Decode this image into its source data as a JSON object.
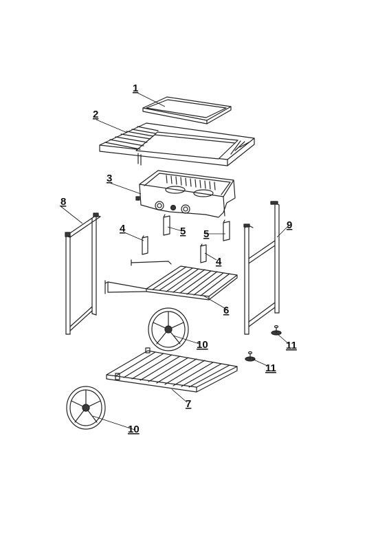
{
  "callouts": [
    {
      "id": "c1",
      "label": "1"
    },
    {
      "id": "c2",
      "label": "2"
    },
    {
      "id": "c3",
      "label": "3"
    },
    {
      "id": "c4a",
      "label": "4"
    },
    {
      "id": "c4b",
      "label": "4"
    },
    {
      "id": "c5a",
      "label": "5"
    },
    {
      "id": "c5b",
      "label": "5"
    },
    {
      "id": "c6",
      "label": "6"
    },
    {
      "id": "c7",
      "label": "7"
    },
    {
      "id": "c8",
      "label": "8"
    },
    {
      "id": "c9",
      "label": "9"
    },
    {
      "id": "c10a",
      "label": "10"
    },
    {
      "id": "c10b",
      "label": "10"
    },
    {
      "id": "c11a",
      "label": "11"
    },
    {
      "id": "c11b",
      "label": "11"
    }
  ]
}
